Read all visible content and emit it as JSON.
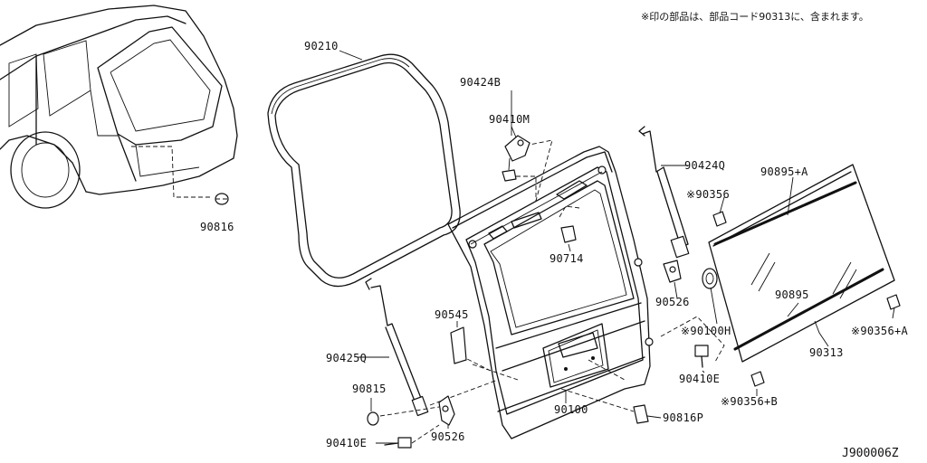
{
  "diagram": {
    "note": "※印の部品は、部品コード90313に、含まれます。",
    "drawing_code": "J900006Z",
    "parts": [
      {
        "id": "90816",
        "label": "90816"
      },
      {
        "id": "90210",
        "label": "90210"
      },
      {
        "id": "90424B",
        "label": "90424B"
      },
      {
        "id": "90410M",
        "label": "90410M"
      },
      {
        "id": "90424Q",
        "label": "90424Q"
      },
      {
        "id": "90895A",
        "label": "90895+A"
      },
      {
        "id": "90356",
        "label": "※90356"
      },
      {
        "id": "90714",
        "label": "90714"
      },
      {
        "id": "90526a",
        "label": "90526"
      },
      {
        "id": "90100H",
        "label": "※90100H"
      },
      {
        "id": "90895",
        "label": "90895"
      },
      {
        "id": "90356A",
        "label": "※90356+A"
      },
      {
        "id": "90313",
        "label": "90313"
      },
      {
        "id": "90545",
        "label": "90545"
      },
      {
        "id": "90425Q",
        "label": "90425Q"
      },
      {
        "id": "90410Ea",
        "label": "90410E"
      },
      {
        "id": "90356B",
        "label": "※90356+B"
      },
      {
        "id": "90815",
        "label": "90815"
      },
      {
        "id": "90100",
        "label": "90100"
      },
      {
        "id": "90816P",
        "label": "90816P"
      },
      {
        "id": "90410Eb",
        "label": "90410E"
      },
      {
        "id": "90526b",
        "label": "90526"
      }
    ]
  }
}
